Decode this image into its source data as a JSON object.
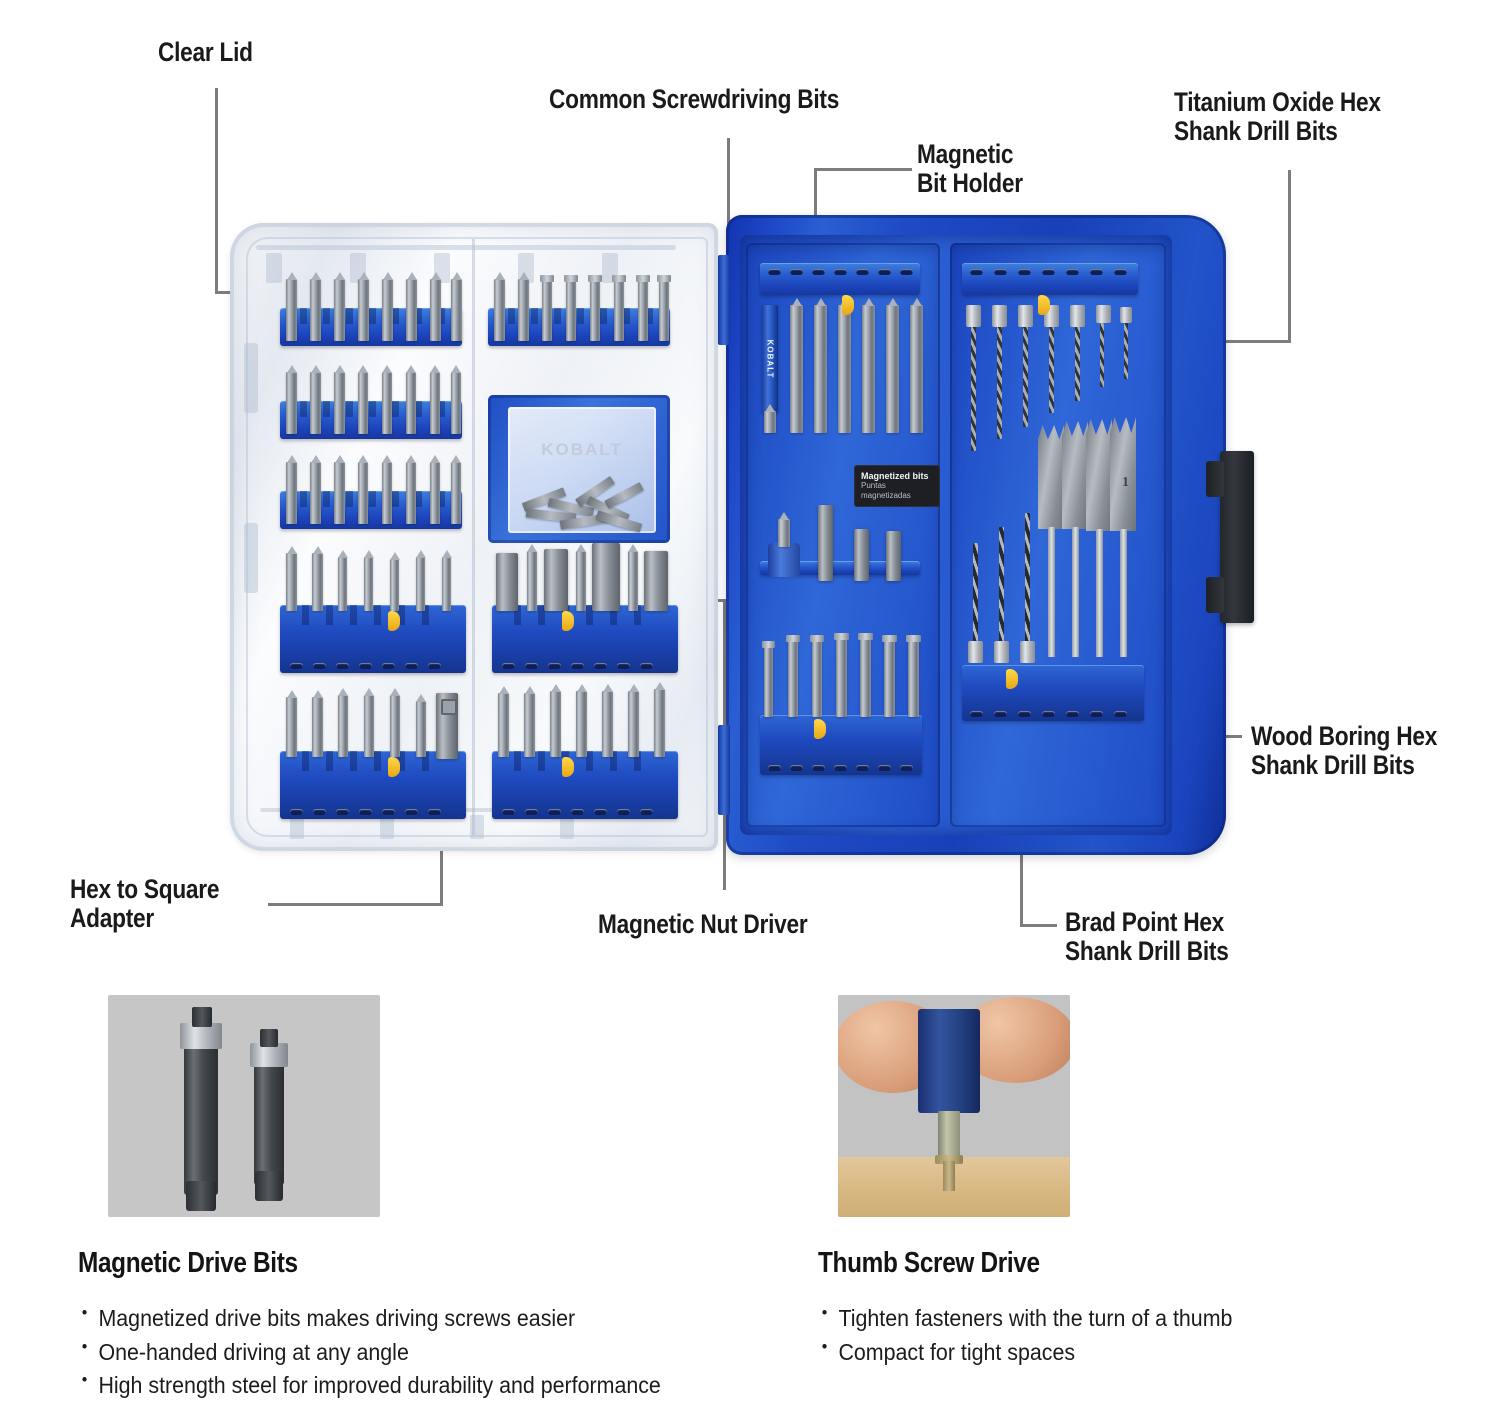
{
  "callouts": [
    {
      "id": "clear-lid",
      "text": "Clear Lid"
    },
    {
      "id": "common-bits",
      "text": "Common Screwdriving Bits"
    },
    {
      "id": "magnetic-bit-holder",
      "text": "Magnetic\nBit Holder"
    },
    {
      "id": "titanium-oxide",
      "text": "Titanium Oxide Hex\nShank Drill Bits"
    },
    {
      "id": "wood-boring",
      "text": "Wood Boring Hex\nShank Drill Bits"
    },
    {
      "id": "brad-point",
      "text": "Brad Point Hex\nShank Drill Bits"
    },
    {
      "id": "magnetic-nut-driver",
      "text": "Magnetic Nut Driver"
    },
    {
      "id": "hex-to-square",
      "text": "Hex to Square\nAdapter"
    }
  ],
  "case": {
    "brand": "KOBALT",
    "magnet_plate": {
      "title": "Magnetized bits",
      "subtitle_line1": "Puntas",
      "subtitle_line2": "magnetizadas"
    },
    "spade_mark": "1"
  },
  "features": [
    {
      "id": "magnetic-drive-bits",
      "title": "Magnetic Drive Bits",
      "bullets": [
        "Magnetized drive bits makes driving screws easier",
        "One-handed driving at any angle",
        "High strength steel for improved durability and performance"
      ]
    },
    {
      "id": "thumb-screw-drive",
      "title": "Thumb Screw Drive",
      "bullets": [
        "Tighten fasteners with the turn of a thumb",
        "Compact for tight spaces"
      ]
    }
  ],
  "colors": {
    "case_blue": "#1c46c0",
    "case_blue_dark": "#14348f",
    "case_blue_light": "#3e7fdd",
    "leader_gray": "#7d7d7d",
    "text": "#1a1a1a",
    "accent_yellow": "#ffd84a"
  }
}
